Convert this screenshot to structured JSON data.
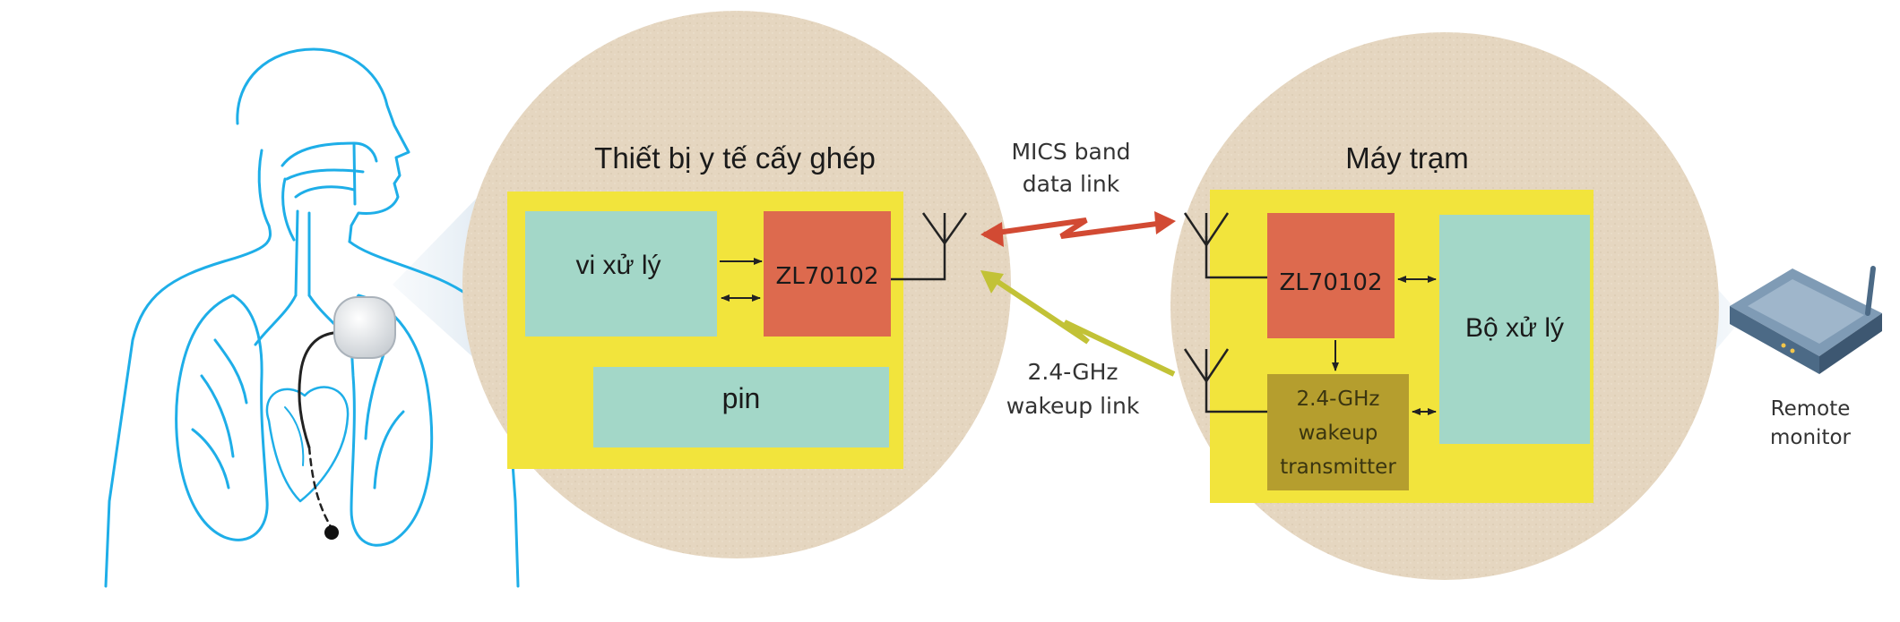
{
  "implant": {
    "title": "Thiết bị y tế cấy ghép",
    "processor_label": "vi xử lý",
    "chip_label": "ZL70102",
    "battery_label": "pin"
  },
  "base_station": {
    "title": "Máy trạm",
    "chip_label": "ZL70102",
    "processor_label": "Bộ xử lý",
    "wakeup_tx_lines": [
      "2.4-GHz",
      "wakeup",
      "transmitter"
    ]
  },
  "links": {
    "mics_lines": [
      "MICS band",
      "data link"
    ],
    "wakeup_lines": [
      "2.4-GHz",
      "wakeup link"
    ]
  },
  "remote_monitor_lines": [
    "Remote",
    "monitor"
  ],
  "colors": {
    "circle_fill": "#e5d6c0",
    "yellow_board": "#f2e43c",
    "teal_block": "#a3d7c8",
    "red_chip": "#dd6a4e",
    "olive_block": "#b59e2e",
    "data_link_arrow": "#d24a33",
    "wakeup_link_arrow": "#c2c236",
    "anatomy_line": "#1eaee8",
    "router": "#5f7f9c"
  },
  "icons": [
    "human-anatomy-icon",
    "antenna-icon",
    "router-icon",
    "zigzag-arrow-icon"
  ]
}
